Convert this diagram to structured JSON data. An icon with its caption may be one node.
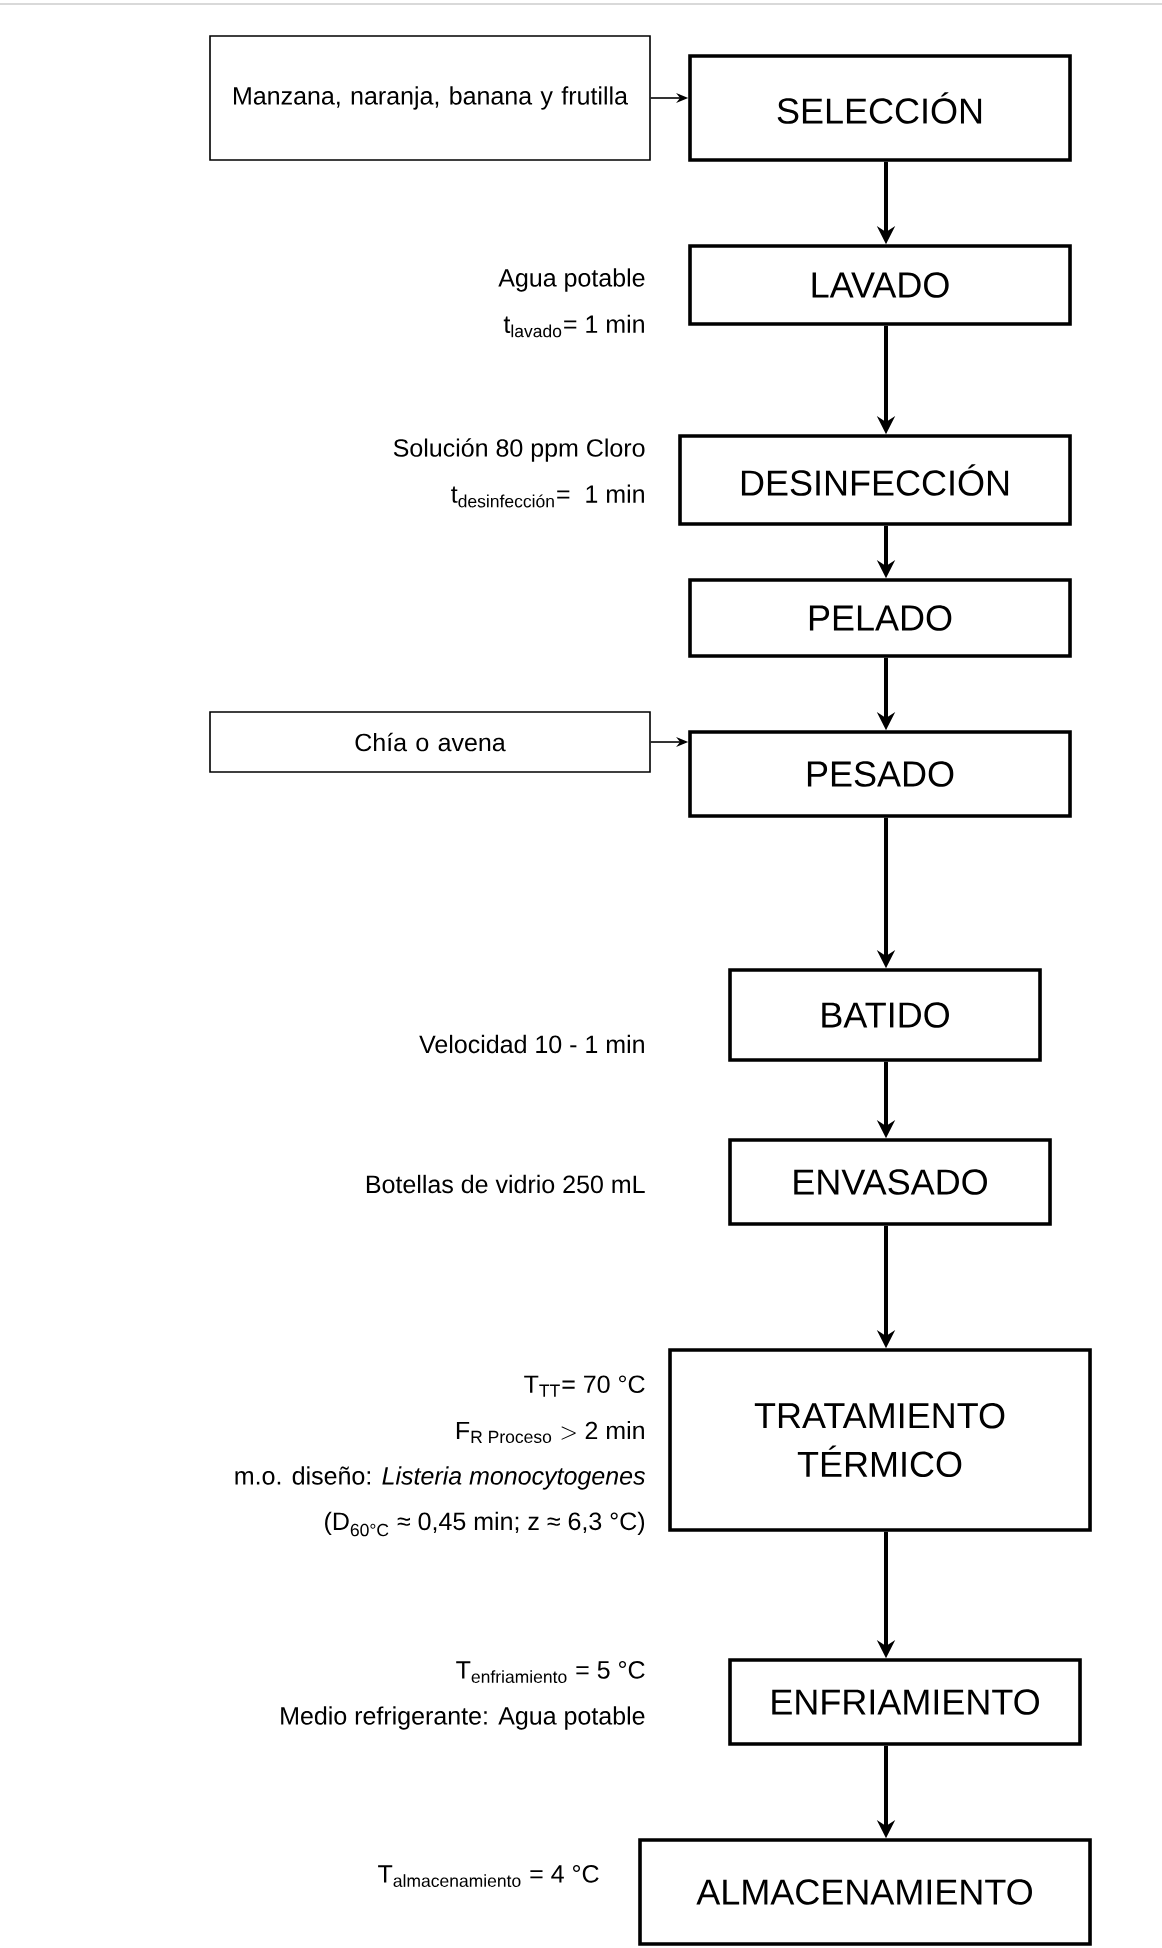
{
  "diagram": {
    "nodes": [
      {
        "text": [
          "Manzana, naranja, banana y frutilla"
        ]
      },
      {
        "text": [
          "SELECCIÓN"
        ]
      },
      {
        "text": [
          "LAVADO"
        ],
        "beside": [
          "Agua potable",
          "\\text{t}_{\\text{lavado}}\\text{= 1 min}"
        ]
      },
      {
        "text": [
          "DESINFECCIÓN"
        ],
        "beside": [
          "Solución 80 ppm Cloro",
          "\\text{t}_{\\text{desinfección}}\\text{=\\ \\ 1 min}"
        ]
      },
      {
        "text": [
          "PELADO"
        ]
      },
      {
        "text": [
          "Chía o avena"
        ]
      },
      {
        "text": [
          "PESADO"
        ]
      },
      {
        "text": [
          "BATIDO"
        ],
        "beside": [
          "Velocidad 10 - 1 min"
        ]
      },
      {
        "text": [
          "ENVASADO"
        ],
        "beside": [
          "Botellas de vidrio 250 mL"
        ]
      },
      {
        "text": [
          "TRATAMIENTO TÉRMICO"
        ],
        "beside": [
          "\\text{T}_{\\text{TT}}\\text{= 70 °C}",
          "\\text{F}_{\\text{R Proceso}} > \\text{2 min}",
          "m.o.  diseño: *Listeria monocytogenes*",
          "\\text{(D}_{\\text{60°C}}\\text{ ≈ 0,45 min; z ≈ 6,3 °C)}"
        ]
      },
      {
        "text": [
          "ENFRIAMIENTO"
        ],
        "beside": [
          "\\text{T}_{\\text{enfriamiento}}\\text{ = 5 °C}",
          "Medio refrigerante: Agua potable"
        ]
      },
      {
        "text": [
          "ALMACENAMIENTO"
        ],
        "beside": [
          "\\text{T}_{\\text{almacenamiento}}\\text{ = 4 °C}"
        ]
      }
    ],
    "edges": [
      {
        "from": 0,
        "to": 1,
        "arrow": "to"
      },
      {
        "from": 1,
        "to": 2,
        "arrow": "to"
      },
      {
        "from": 2,
        "to": 3,
        "arrow": "to"
      },
      {
        "from": 3,
        "to": 4,
        "arrow": "to"
      },
      {
        "from": 4,
        "to": 6,
        "arrow": "to"
      },
      {
        "from": 5,
        "to": 6,
        "arrow": "to"
      },
      {
        "from": 6,
        "to": 7,
        "arrow": "to"
      },
      {
        "from": 7,
        "to": 8,
        "arrow": "to"
      },
      {
        "from": 8,
        "to": 9,
        "arrow": "to"
      },
      {
        "from": 9,
        "to": 10,
        "arrow": "to"
      },
      {
        "from": 10,
        "to": 11,
        "arrow": "to"
      }
    ]
  }
}
